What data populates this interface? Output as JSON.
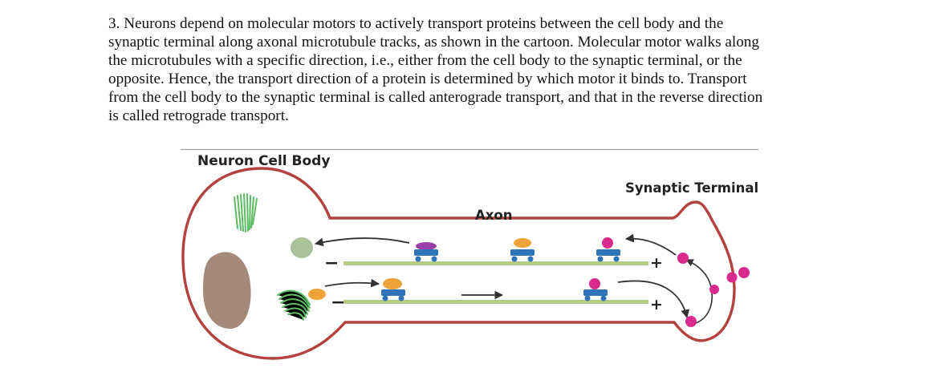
{
  "question": {
    "lines": [
      "3. Neurons depend on molecular motors to actively transport proteins between the cell body and the",
      "synaptic terminal along axonal microtubule tracks, as shown in the cartoon. Molecular motor walks along",
      "the microtubules with a specific direction, i.e., either from the cell body to the synaptic terminal, or the",
      "opposite. Hence, the transport direction of a protein is determined by which motor it binds to. Transport",
      "from the cell body to the synaptic terminal is called anterograde transport, and that in the reverse direction",
      "is called retrograde transport."
    ]
  },
  "diagram": {
    "labels": {
      "cell_body": "Neuron Cell Body",
      "axon": "Axon",
      "synaptic_terminal": "Synaptic Terminal"
    },
    "polarity": {
      "minus": "−",
      "plus": "+"
    },
    "colors": {
      "membrane": "#b5413e",
      "microtubule": "#b6cc86",
      "motor_blue": "#2f73b8",
      "cargo_orange": "#efa43a",
      "cargo_magenta": "#d92b8e",
      "cargo_purple": "#9b3fa8",
      "nucleus": "#a48a7a",
      "golgi_green": "#5dbb63",
      "vesicle_green": "#a9c29a",
      "arrow": "#333333"
    }
  }
}
